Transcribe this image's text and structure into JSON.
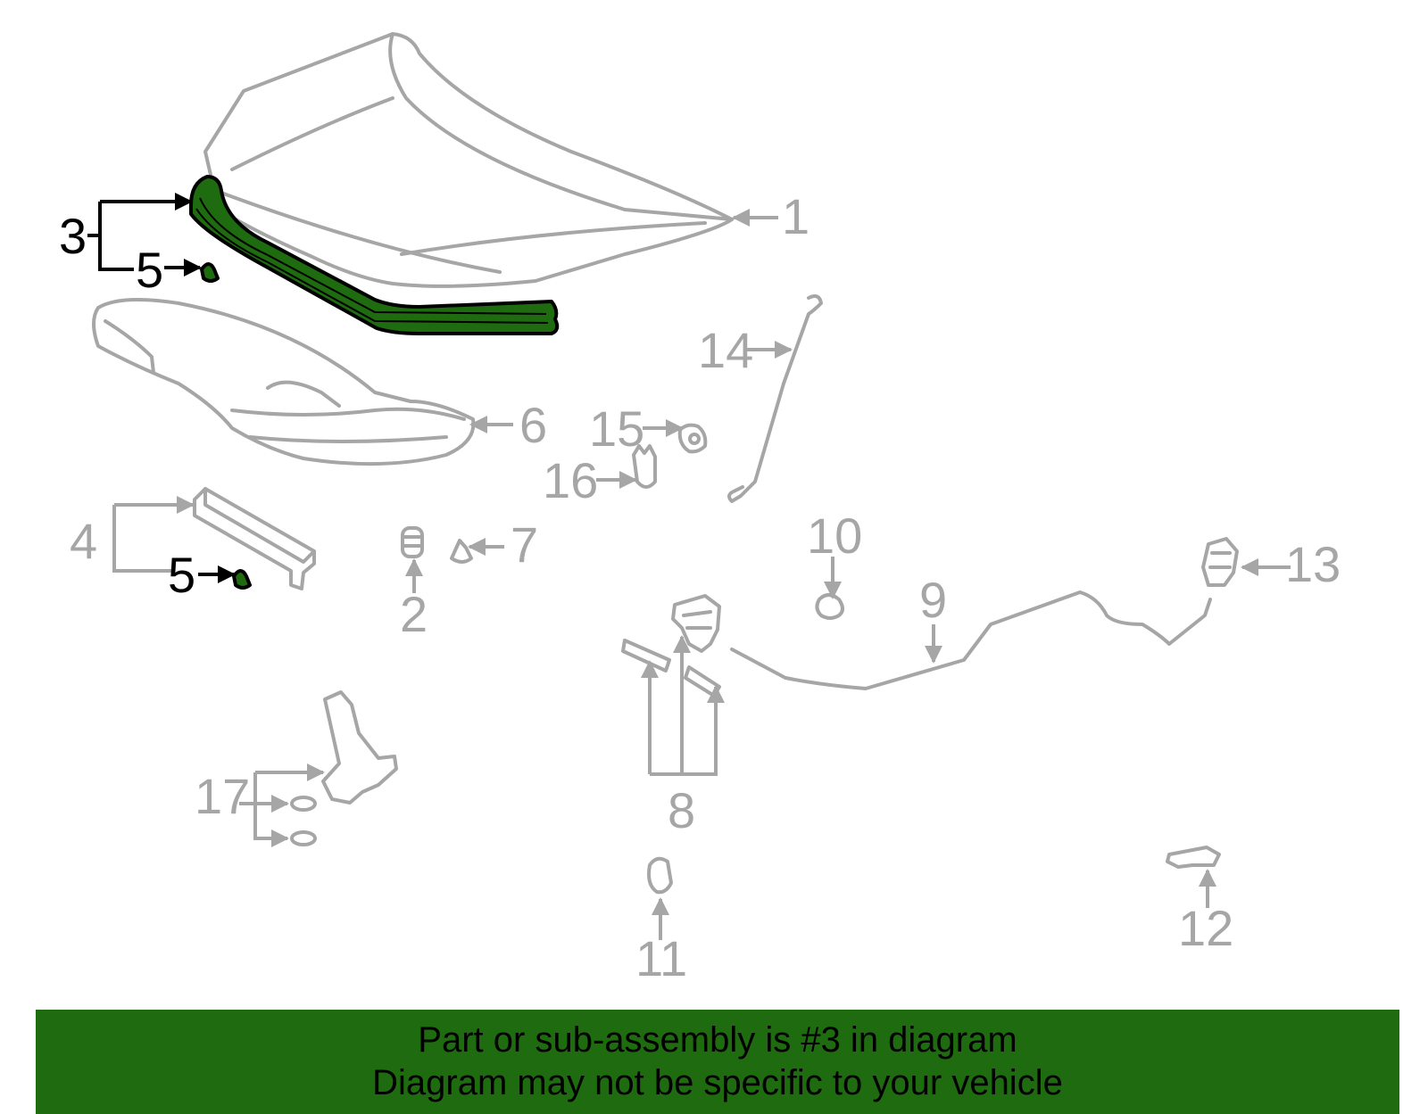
{
  "diagram": {
    "callouts": {
      "c1": "1",
      "c2": "2",
      "c3": "3",
      "c4": "4",
      "c5a": "5",
      "c5b": "5",
      "c6": "6",
      "c7": "7",
      "c8": "8",
      "c9": "9",
      "c10": "10",
      "c11": "11",
      "c12": "12",
      "c13": "13",
      "c14": "14",
      "c15": "15",
      "c16": "16",
      "c17": "17"
    },
    "highlighted_part": "3",
    "colors": {
      "highlight": "#1e6b10",
      "part_line": "#a6a6a6",
      "banner": "#1e6b10"
    }
  },
  "banner": {
    "line1": "Part or sub-assembly is #3 in diagram",
    "line2": "Diagram may not be specific to your vehicle"
  }
}
